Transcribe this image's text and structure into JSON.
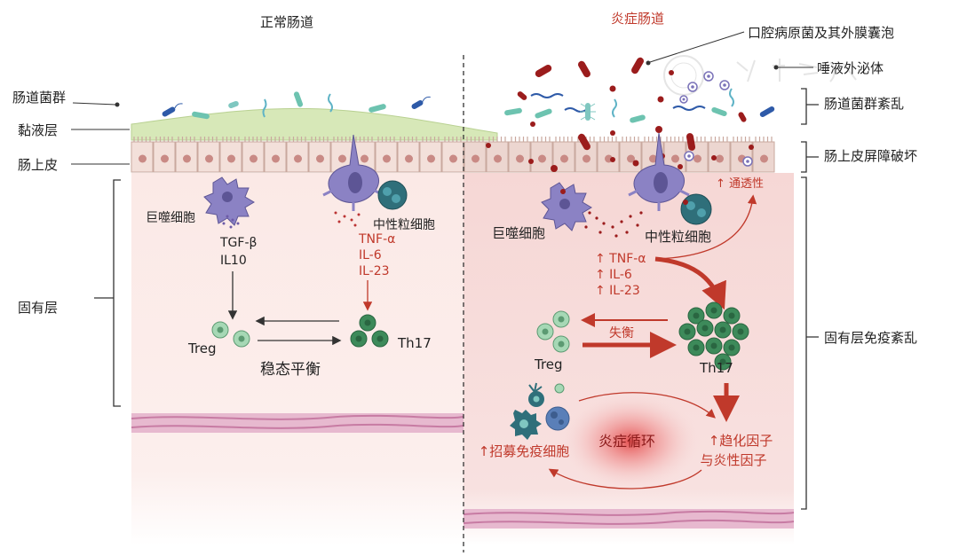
{
  "panels": {
    "normal": {
      "title": "正常肠道",
      "macrophage": "巨噬细胞",
      "neutrophil": "中性粒细胞",
      "cytokines_left": [
        "TGF-β",
        "IL10"
      ],
      "cytokines_right": [
        "TNF-α",
        "IL-6",
        "IL-23"
      ],
      "treg": "Treg",
      "th17": "Th17",
      "balance": "稳态平衡"
    },
    "inflamed": {
      "title": "炎症肠道",
      "macrophage": "巨噬细胞",
      "neutrophil": "中性粒细胞",
      "cytokines": [
        "↑ TNF-α",
        "↑ IL-6",
        "↑ IL-23"
      ],
      "permeability": "↑ 通透性",
      "imbalance": "失衡",
      "treg": "Treg",
      "th17": "Th17",
      "recruit": "↑招募免疫细胞",
      "cycle": "炎症循环",
      "factors_line1": "↑趋化因子",
      "factors_line2": "与炎性因子"
    }
  },
  "left_labels": {
    "flora": "肠道菌群",
    "mucus": "黏液层",
    "epithelium": "肠上皮",
    "lamina": "固有层"
  },
  "right_labels": {
    "pathogen": "口腔病原菌及其外膜囊泡",
    "saliva": "唾液外泌体",
    "dysbiosis": "肠道菌群紊乱",
    "barrier": "肠上皮屏障破坏",
    "immune_disorder": "固有层免疫紊乱"
  },
  "colors": {
    "red": "#c0392b",
    "dark_red": "#8b1a1a",
    "text": "#222222",
    "purple": "#7a72b8",
    "teal": "#2f6f7a",
    "green": "#3d8a5a",
    "pink_bg": "#f7dcdc",
    "mucus": "#d7e8b8"
  }
}
